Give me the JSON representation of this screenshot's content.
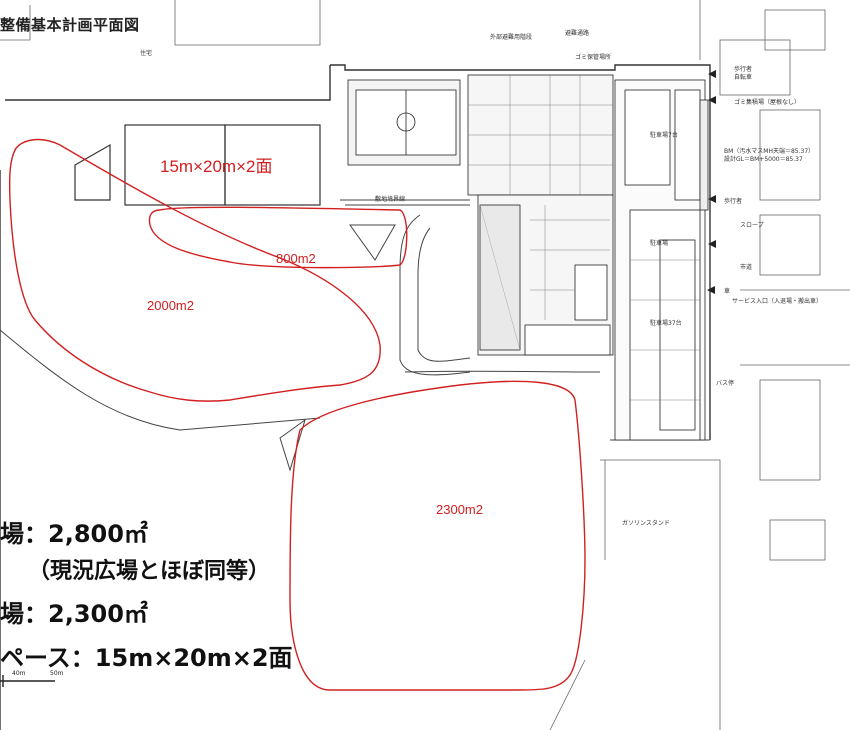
{
  "title": "整備基本計画平面図",
  "areas": {
    "court": "15m×20m×2面",
    "area_800": "800m2",
    "area_2000": "2000m2",
    "area_2300": "2300m2"
  },
  "summary": {
    "line1": "場：2,800㎡",
    "line2": "（現況広場とほぼ同等）",
    "line3": "場：2,300㎡",
    "line4": "ペース：15m×20m×2面"
  },
  "small_labels": {
    "road_top": "避難通路",
    "gomi": "ゴミ保管場所",
    "road_top2": "外部避難用階段",
    "jutaku": "住宅",
    "pedestrian": "歩行者",
    "bicycle": "自転車",
    "gomi_shuseki": "ゴミ集積場（屋根なし）",
    "bm": "BM（汚水マスMH天端＝85.37）",
    "bm2": "設計GL＝BM+5000＝85.37",
    "parking1": "駐車場7台",
    "parking2": "駐車場",
    "parking3": "駐車場37台",
    "slope": "スロープ",
    "shidou": "市道",
    "service": "サービス入口（入退場・搬出車）",
    "bus": "バス停",
    "gas": "ガソリンスタンド",
    "sankou": "歩行者",
    "car": "車",
    "shikichi": "敷地境界線"
  },
  "scale": {
    "s1": "40m",
    "s2": "50m"
  },
  "colors": {
    "accent": "#d22020",
    "line": "#444444"
  }
}
